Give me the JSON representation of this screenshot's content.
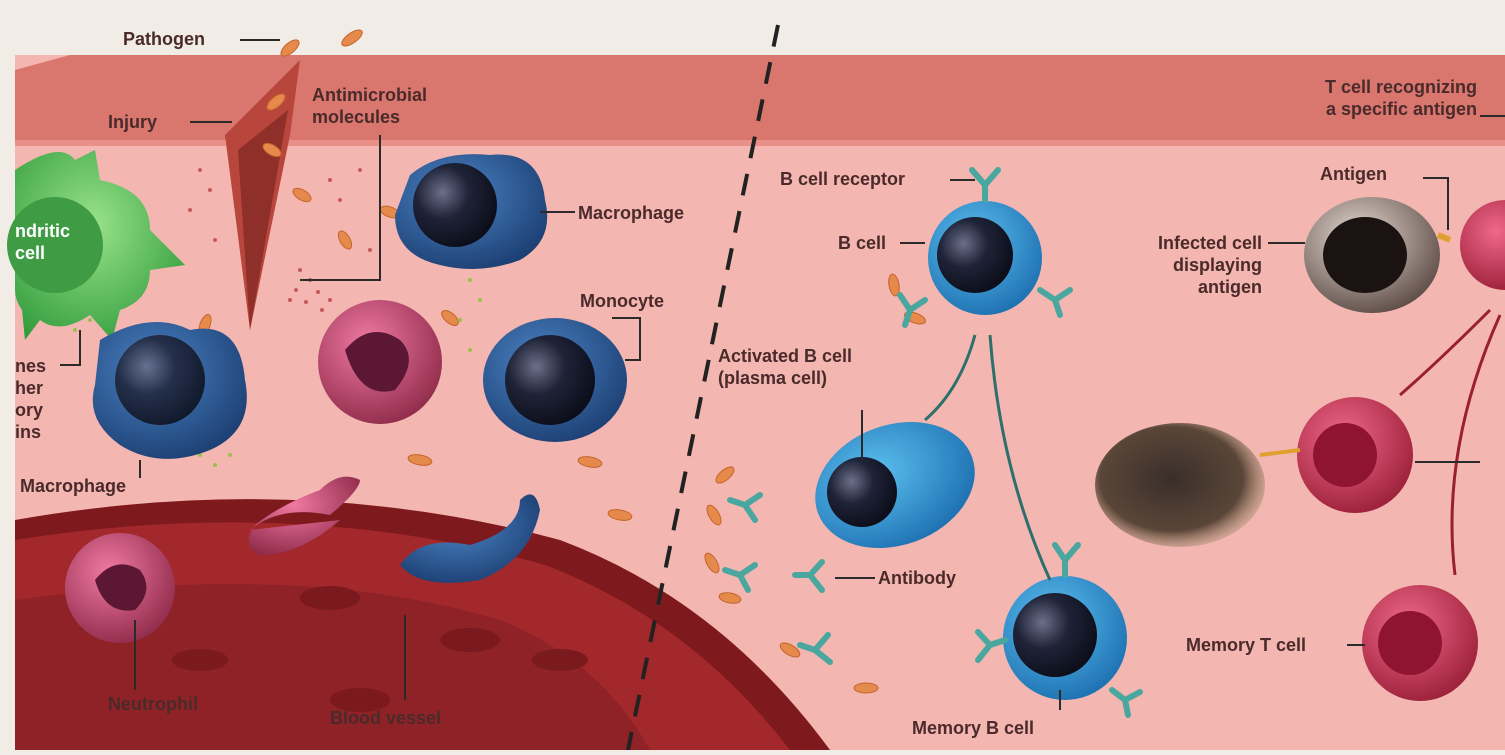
{
  "labels": {
    "pathogen": "Pathogen",
    "injury": "Injury",
    "antimicrobial": "Antimicrobial\nmolecules",
    "dendritic": "ndritic\ncell",
    "chemokines": "nes\nher\nory\nins",
    "macrophage_top": "Macrophage",
    "monocyte": "Monocyte",
    "macrophage_left": "Macrophage",
    "neutrophil": "Neutrophil",
    "blood_vessel": "Blood vessel",
    "b_cell_receptor": "B cell receptor",
    "b_cell": "B cell",
    "activated_b_cell": "Activated B cell\n(plasma cell)",
    "antibody": "Antibody",
    "memory_b_cell": "Memory B cell",
    "t_cell_recognizing": "T cell recognizing\na specific antigen",
    "antigen": "Antigen",
    "infected_cell": "Infected cell\ndisplaying\nantigen",
    "memory_t_cell": "Memory T cell"
  },
  "colors": {
    "background": "#f1ece6",
    "skin_band": "#d9776f",
    "tissue": "#f3b6b0",
    "vessel": "#8e1f22",
    "b_cell": "#2f8fcf",
    "macrophage": "#2b5e9a",
    "neutrophil": "#b9456b",
    "t_cell": "#c8324f",
    "dendritic": "#5cc15a",
    "pathogen": "#e58a4a",
    "antibody": "#4aa7a0"
  }
}
